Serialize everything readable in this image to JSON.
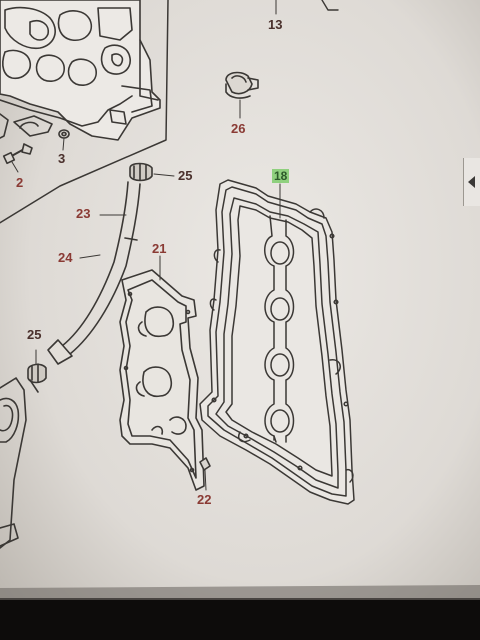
{
  "diagram": {
    "callouts": [
      {
        "id": "13",
        "label": "13"
      },
      {
        "id": "26",
        "label": "26"
      },
      {
        "id": "25a",
        "label": "25"
      },
      {
        "id": "18",
        "label": "18",
        "highlighted": true
      },
      {
        "id": "23",
        "label": "23"
      },
      {
        "id": "24",
        "label": "24"
      },
      {
        "id": "21",
        "label": "21"
      },
      {
        "id": "2",
        "label": "2"
      },
      {
        "id": "3",
        "label": "3"
      },
      {
        "id": "25b",
        "label": "25"
      },
      {
        "id": "22",
        "label": "22"
      }
    ],
    "colors": {
      "callout_text": "#8a3a34",
      "highlight": "#8fd07e",
      "line_art": "#3b3835",
      "paper": "#e7e4e0"
    }
  },
  "scroll_tab": {
    "icon": "chevron-left-icon"
  }
}
